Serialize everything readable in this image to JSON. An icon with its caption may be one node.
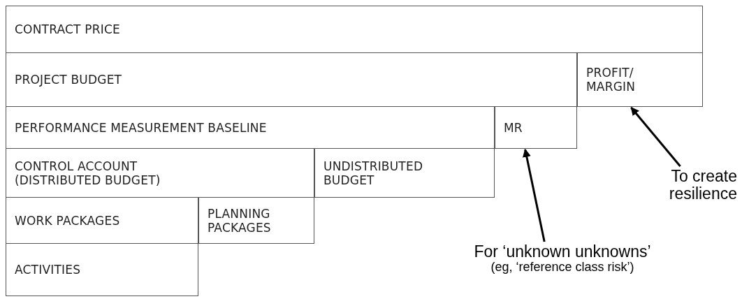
{
  "diagram": {
    "nodes": [
      {
        "text": [
          "CONTRACT PRICE"
        ]
      },
      {
        "text": [
          "PROJECT BUDGET"
        ]
      },
      {
        "text": [
          "PROFIT/ MARGIN"
        ]
      },
      {
        "text": [
          "PERFORMANCE MEASUREMENT BASELINE"
        ]
      },
      {
        "text": [
          "MR"
        ]
      },
      {
        "text": [
          "CONTROL ACCOUNT (DISTRIBUTED BUDGET)"
        ]
      },
      {
        "text": [
          "UNDISTRIBUTED BUDGET"
        ]
      },
      {
        "text": [
          "WORK PACKAGES"
        ]
      },
      {
        "text": [
          "PLANNING PACKAGES"
        ]
      },
      {
        "text": [
          "ACTIVITIES"
        ]
      },
      {
        "text": [
          "To create resilience"
        ]
      },
      {
        "text": [
          "For  ‘unknown unknowns’",
          "(eg, ‘reference class risk’)"
        ]
      }
    ],
    "edges": [
      {
        "from": 10,
        "to": 2,
        "arrow": "to"
      },
      {
        "from": 11,
        "to": 4,
        "arrow": "to"
      }
    ]
  }
}
